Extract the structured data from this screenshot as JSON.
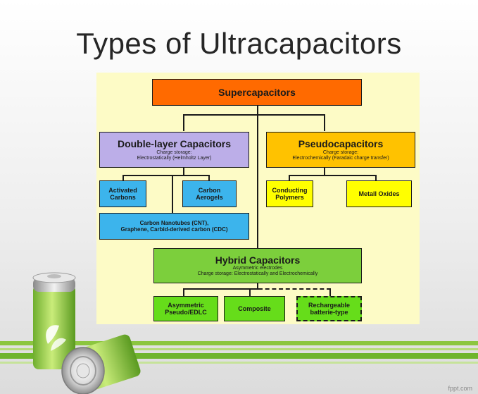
{
  "title": "Types of Ultracapacitors",
  "colors": {
    "root": "#ff6a00",
    "double_layer": "#bcaee8",
    "pseudo": "#ffc200",
    "blue_leaf": "#3cb4ec",
    "yellow_leaf": "#ffff00",
    "hybrid": "#7ccf3c",
    "green_leaf": "#66dd1a",
    "panel": "#fdfbc6"
  },
  "diagram": {
    "root": {
      "label": "Supercapacitors"
    },
    "double_layer": {
      "label": "Double-layer Capacitors",
      "line1": "Charge storage:",
      "line2": "Electrostatically (Helmholtz Layer)"
    },
    "pseudo": {
      "label": "Pseudocapacitors",
      "line1": "Charge storage:",
      "line2": "Electrochemically (Faradaic charge transfer)"
    },
    "activated_carbons": {
      "line1": "Activated",
      "line2": "Carbons"
    },
    "carbon_aerogels": {
      "line1": "Carbon",
      "line2": "Aerogels"
    },
    "carbon_nanotubes": {
      "line1": "Carbon Nanotubes (CNT),",
      "line2": "Graphene, Carbid-derived carbon (CDC)"
    },
    "conducting_polymers": {
      "line1": "Conducting",
      "line2": "Polymers"
    },
    "metal_oxides": {
      "label": "Metall Oxides"
    },
    "hybrid": {
      "label": "Hybrid Capacitors",
      "line1": "Asymmetric electrodes",
      "line2": "Charge storage: Electrostatically and Electrochemically"
    },
    "asymmetric": {
      "line1": "Asymmetric",
      "line2": "Pseudo/EDLC"
    },
    "composite": {
      "label": "Composite"
    },
    "rechargeable": {
      "line1": "Rechargeable",
      "line2": "batterie-type"
    }
  },
  "footer": "fppt.com"
}
